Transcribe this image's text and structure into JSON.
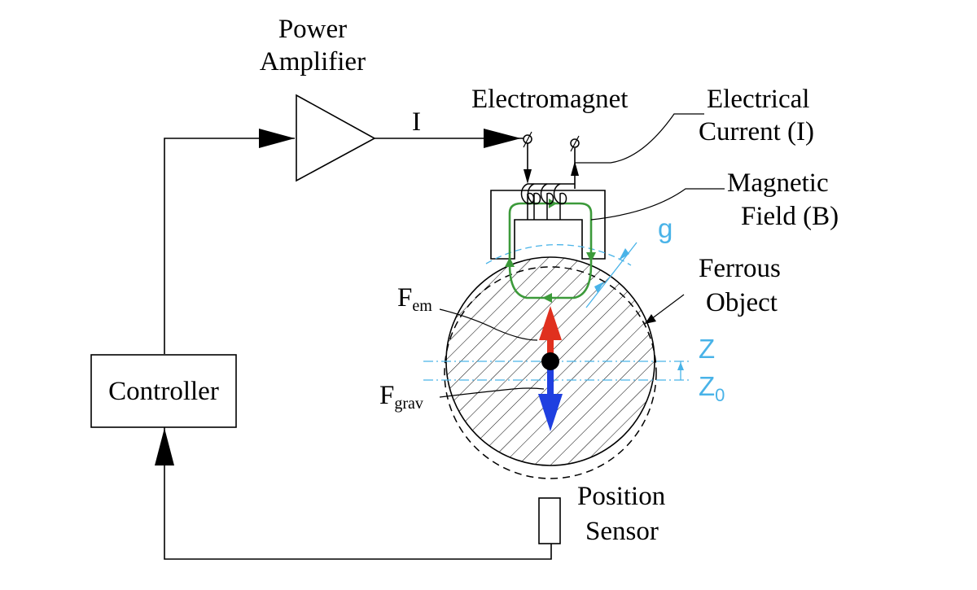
{
  "labels": {
    "power_amplifier_line1": "Power",
    "power_amplifier_line2": "Amplifier",
    "current_symbol": "I",
    "electromagnet": "Electromagnet",
    "electrical_current_line1": "Electrical",
    "electrical_current_line2": "Current (I)",
    "magnetic_field_line1": "Magnetic",
    "magnetic_field_line2": "Field (B)",
    "gap": "g",
    "ferrous_line1": "Ferrous",
    "ferrous_line2": "Object",
    "force_em_main": "F",
    "force_em_sub": "em",
    "force_grav_main": "F",
    "force_grav_sub": "grav",
    "z": "Z",
    "z0_main": "Z",
    "z0_sub": "0",
    "controller": "Controller",
    "position_sensor_line1": "Position",
    "position_sensor_line2": "Sensor"
  },
  "colors": {
    "magnetic_field": "#3c9a3a",
    "force_em": "#e0301e",
    "force_grav": "#1f3fe0",
    "dimension": "#49b3e8"
  }
}
